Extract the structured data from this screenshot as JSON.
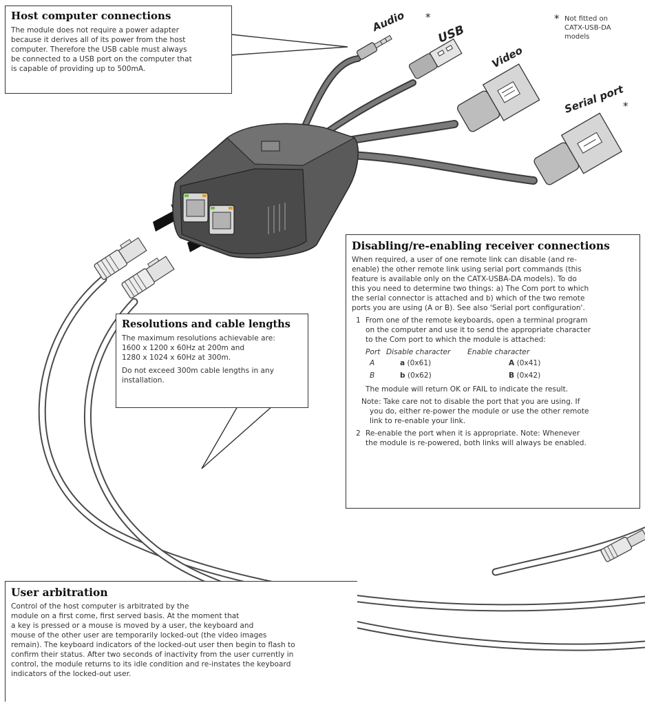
{
  "labels": {
    "audio": "Audio",
    "usb": "USB",
    "video": "Video",
    "serial": "Serial port",
    "star": "*",
    "footnote_star": "*",
    "footnote_text_1": "Not fitted on",
    "footnote_text_2": "CATX-USB-DA",
    "footnote_text_3": "models"
  },
  "host": {
    "title": "Host computer connections",
    "lines": [
      "The module does not require a power adapter",
      "because it derives all of its power from the host",
      "computer. Therefore the USB cable must always",
      "be connected to a USB port on the computer that",
      "is capable of providing up to 500mA."
    ]
  },
  "resolutions": {
    "title": "Resolutions and cable lengths",
    "lines": [
      "The maximum resolutions achievable are:",
      "1600 x 1200 x 60Hz at 200m and",
      "1280 x 1024 x 60Hz at 300m."
    ],
    "warning_lines": [
      "Do not exceed 300m cable lengths in any",
      "installation."
    ]
  },
  "disabling": {
    "title": "Disabling/re-enabling receiver connections",
    "intro_lines": [
      "When required, a user of one remote link can disable (and re-",
      "enable) the other remote link using serial port commands (this",
      "feature is available only on the CATX-USBA-DA models). To do",
      "this you need to determine two things: a) The Com port to which",
      "the serial connector is attached and b) which of the two remote",
      "ports you are using (A or B). See also 'Serial port configuration'."
    ],
    "step1_num": "1",
    "step1_lines": [
      "From one of the remote keyboards, open a terminal program",
      "on the computer and use it to send the appropriate character",
      "to the Com port to which the module is attached:"
    ],
    "table": {
      "headers": [
        "Port",
        "Disable character",
        "Enable character"
      ],
      "rows": [
        {
          "port": "A",
          "disable_char": "a",
          "disable_code": "(0x61)",
          "enable_char": "A",
          "enable_code": "(0x41)"
        },
        {
          "port": "B",
          "disable_char": "b",
          "disable_code": "(0x62)",
          "enable_char": "B",
          "enable_code": "(0x42)"
        }
      ]
    },
    "result_line": "The module will return OK or FAIL to indicate the result.",
    "note_lines": [
      "Note: Take care not to disable the port that you are using. If",
      "you do, either re-power the module or use the other remote",
      "link to re-enable your link."
    ],
    "step2_num": "2",
    "step2_lines": [
      "Re-enable the port when it is appropriate. Note: Whenever",
      "the module is re-powered, both links will always be enabled."
    ]
  },
  "arbitration": {
    "title": "User arbitration",
    "lines": [
      "Control of the host computer is arbitrated by the",
      "module on a first come, first served basis. At the moment that",
      "a key is pressed or a mouse is moved by a user, the keyboard and",
      "mouse of the other user are temporarily locked-out (the video images",
      "remain). The keyboard indicators of the locked-out user then begin to flash to",
      "confirm their status. After two seconds of inactivity from the user currently in",
      "control, the module returns to its idle condition and re-instates the keyboard",
      "indicators of the locked-out user."
    ]
  },
  "colors": {
    "cable": "#6e6e6e",
    "module": "#505050",
    "connector_metal": "#c8c8c8",
    "led_green": "#6fbf3f",
    "led_amber": "#e0a020"
  }
}
